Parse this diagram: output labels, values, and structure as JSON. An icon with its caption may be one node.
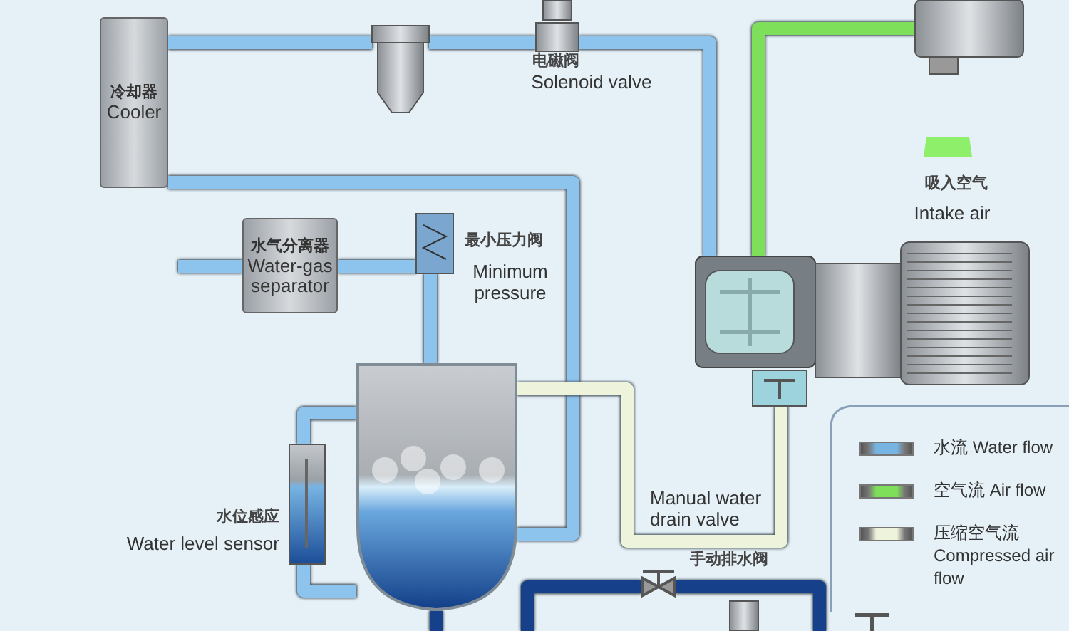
{
  "diagram": {
    "nodes": [
      {
        "text": [
          "冷却器",
          "Cooler"
        ]
      },
      {
        "text": [
          "水气分离器",
          "Water-gas separator"
        ]
      },
      {
        "text": [],
        "shape": "picture"
      },
      {
        "text": [],
        "shape": "picture",
        "beside": [
          "电磁阀",
          "Solenoid valve"
        ]
      },
      {
        "text": [],
        "shape": "picture",
        "beside": [
          "最小压力阀",
          "Minimum pressure"
        ]
      },
      {
        "text": [],
        "shape": "picture"
      },
      {
        "text": [],
        "shape": "picture",
        "beside": [
          "水位感应",
          "Water level sensor"
        ]
      },
      {
        "text": [],
        "shape": "picture"
      },
      {
        "text": [],
        "shape": "picture"
      },
      {
        "text": [],
        "shape": "picture"
      },
      {
        "text": [],
        "shape": "picture"
      },
      {
        "text": [],
        "shape": "picture"
      }
    ],
    "edges": [
      {
        "from": 0,
        "to": 2,
        "arrow": "none"
      },
      {
        "from": 2,
        "to": 3,
        "arrow": "none"
      },
      {
        "from": 3,
        "to": 7,
        "arrow": "none"
      },
      {
        "from": 0,
        "to": 5,
        "arrow": "none"
      },
      {
        "from": null,
        "to": 1,
        "arrow": "none"
      },
      {
        "from": 1,
        "to": 4,
        "arrow": "none"
      },
      {
        "from": 4,
        "to": 5,
        "arrow": "none"
      },
      {
        "from": 5,
        "to": 6,
        "arrow": "none"
      },
      {
        "from": 6,
        "to": 5,
        "arrow": "none"
      },
      {
        "from": 5,
        "to": 10,
        "arrow": "none",
        "color": "#eef4dc"
      },
      {
        "from": 7,
        "to": 9,
        "arrow": "none",
        "color": "#7ee05a"
      },
      {
        "from": 5,
        "to": null,
        "arrow": "none",
        "color": "#17408a"
      },
      {
        "from": null,
        "to": 11,
        "arrow": "none",
        "color": "#17408a"
      },
      {
        "from": 11,
        "to": null,
        "arrow": "none",
        "color": "#17408a"
      }
    ],
    "labels": [
      "吸入空气",
      "Intake air",
      "Manual water drain valve",
      "手动排水阀"
    ],
    "legend": [
      {
        "text": "水流 Water flow",
        "color": "#78b4e2"
      },
      {
        "text": "空气流 Air flow",
        "color": "#7ee05a"
      },
      {
        "text": "压缩空气流 Compressed air flow",
        "color": "#eef4dc"
      }
    ]
  }
}
